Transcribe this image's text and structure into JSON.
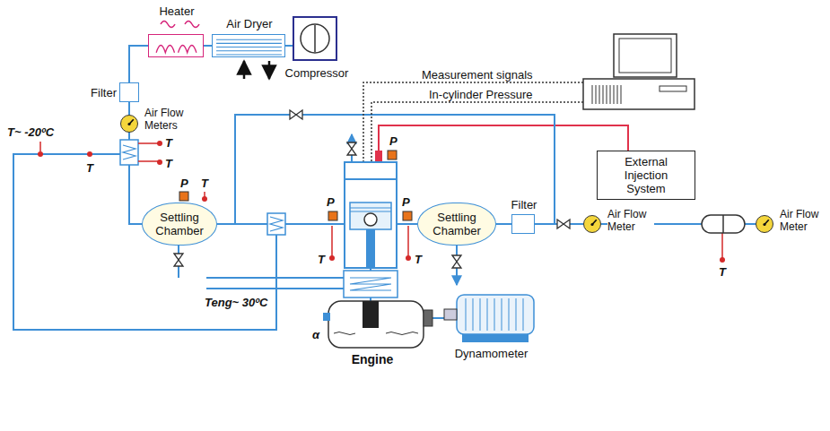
{
  "diagram": {
    "nodes": [
      {
        "text": [
          "Heater"
        ]
      },
      {
        "text": [
          "Air Dryer"
        ]
      },
      {
        "text": [
          "Compressor"
        ]
      },
      {
        "text": [
          "Filter"
        ]
      },
      {
        "text": [
          "Air Flow Meters"
        ]
      },
      {
        "text": [
          "Settling Chamber"
        ]
      },
      {
        "text": [
          "Engine"
        ]
      },
      {
        "text": [
          "Settling Chamber"
        ]
      },
      {
        "text": [
          "Filter"
        ]
      },
      {
        "text": [
          "External Injection System"
        ]
      },
      {
        "text": [
          "Air Flow Meter"
        ]
      },
      {
        "text": [
          "Air Flow Meter"
        ]
      },
      {
        "text": [
          "Dynamometer"
        ]
      }
    ],
    "edges": [
      {
        "from": 2,
        "to": 1,
        "arrow": "none"
      },
      {
        "from": 1,
        "to": 0,
        "arrow": "none"
      },
      {
        "from": 0,
        "to": 3,
        "arrow": "none"
      },
      {
        "from": 3,
        "to": 4,
        "arrow": "none"
      },
      {
        "from": 4,
        "to": 5,
        "arrow": "none"
      },
      {
        "from": 5,
        "to": 6,
        "arrow": "none"
      },
      {
        "from": 6,
        "to": 7,
        "arrow": "none"
      },
      {
        "from": 7,
        "to": 8,
        "arrow": "none"
      },
      {
        "from": 8,
        "to": 10,
        "arrow": "none"
      },
      {
        "from": 10,
        "to": 11,
        "arrow": "none"
      },
      {
        "from": 9,
        "to": 6,
        "arrow": "none"
      },
      {
        "from": 6,
        "to": 12,
        "arrow": "none"
      }
    ],
    "labels": [
      "T~ -20ºC",
      "T",
      "T",
      "T",
      "P",
      "T",
      "Measurement signals",
      "In-cylinder Pressure",
      "P",
      "P",
      "P",
      "T",
      "Teng~ 30ºC",
      "T",
      "α",
      "T"
    ]
  }
}
